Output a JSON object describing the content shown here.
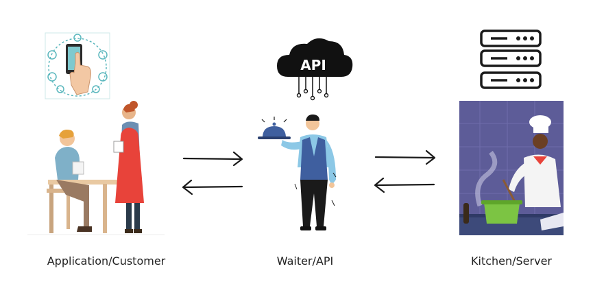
{
  "labels": {
    "application": "Application/Customer",
    "api": "Waiter/API",
    "kitchen": "Kitchen/Server"
  },
  "badge": {
    "api": "API"
  },
  "icons": {
    "phone": "smartphone-touch-icon",
    "cloud": "api-cloud-icon",
    "server": "server-rack-icon"
  },
  "colors": {
    "teal": "#5ab7bd",
    "apron_red": "#e8433a",
    "vest_blue": "#3f5f9f",
    "kitchen_bg": "#5d5c98",
    "pot_green": "#7cc443",
    "ink": "#1a1a1a"
  }
}
